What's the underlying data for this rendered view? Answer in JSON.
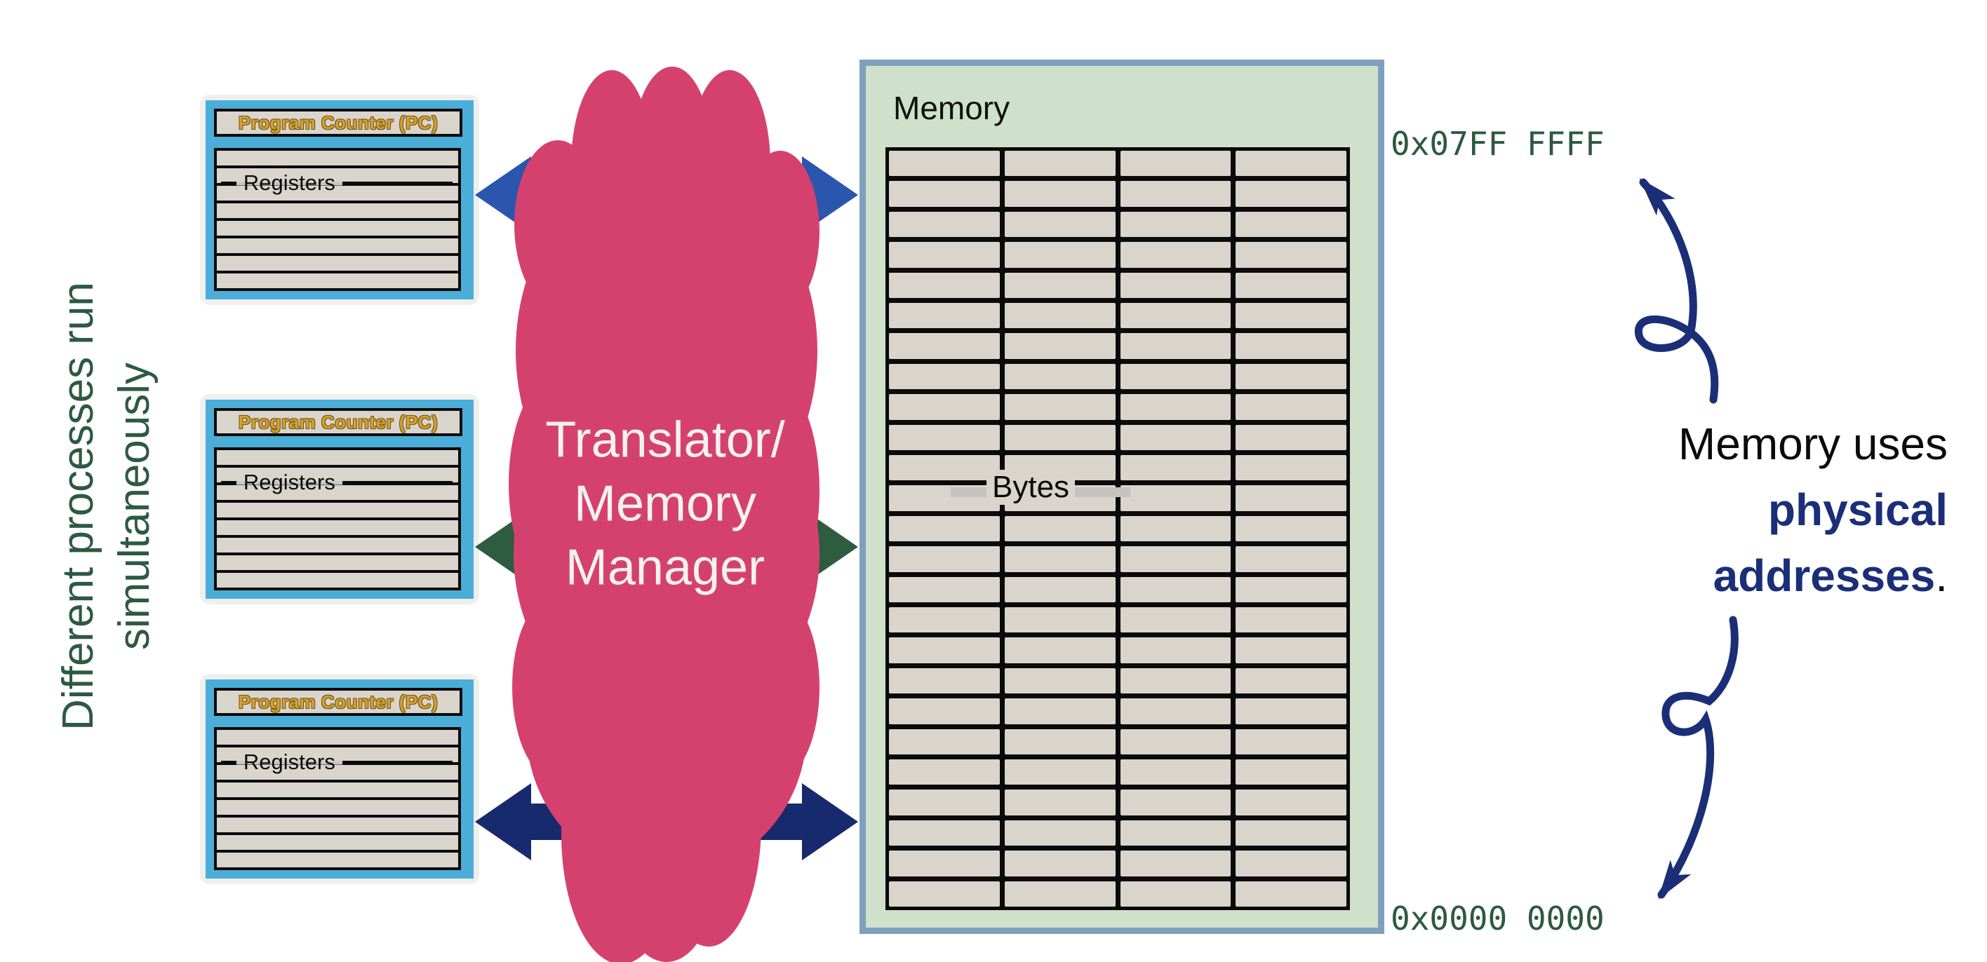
{
  "left_note": {
    "line1": "Different processes run",
    "line2": "simultaneously"
  },
  "process_box": {
    "pc_label": "Program Counter (PC)",
    "registers_label": "Registers",
    "register_rows": 8
  },
  "cloud": {
    "lines": [
      "Translator/",
      "Memory",
      "Manager"
    ]
  },
  "memory": {
    "title": "Memory",
    "bytes_label": "Bytes",
    "rows": 25,
    "columns": 4,
    "address_top": "0x07FF FFFF",
    "address_bottom": "0x0000 0000"
  },
  "right_note": {
    "line1": "Memory uses",
    "bold_word1": "physical",
    "bold_word2": "addresses",
    "period": "."
  },
  "colors": {
    "pink": "#d5416f",
    "sky_blue": "#4aaed9",
    "beige": "#d9d5cd",
    "memory_bg": "#cfe0cb",
    "memory_border": "#7fa0bd",
    "arrow_blue": "#2a56ad",
    "arrow_green": "#2d5c41",
    "arrow_navy": "#172a6e",
    "text_green": "#2d5941",
    "text_navy": "#1b2e78",
    "gold": "#d9a12f"
  }
}
